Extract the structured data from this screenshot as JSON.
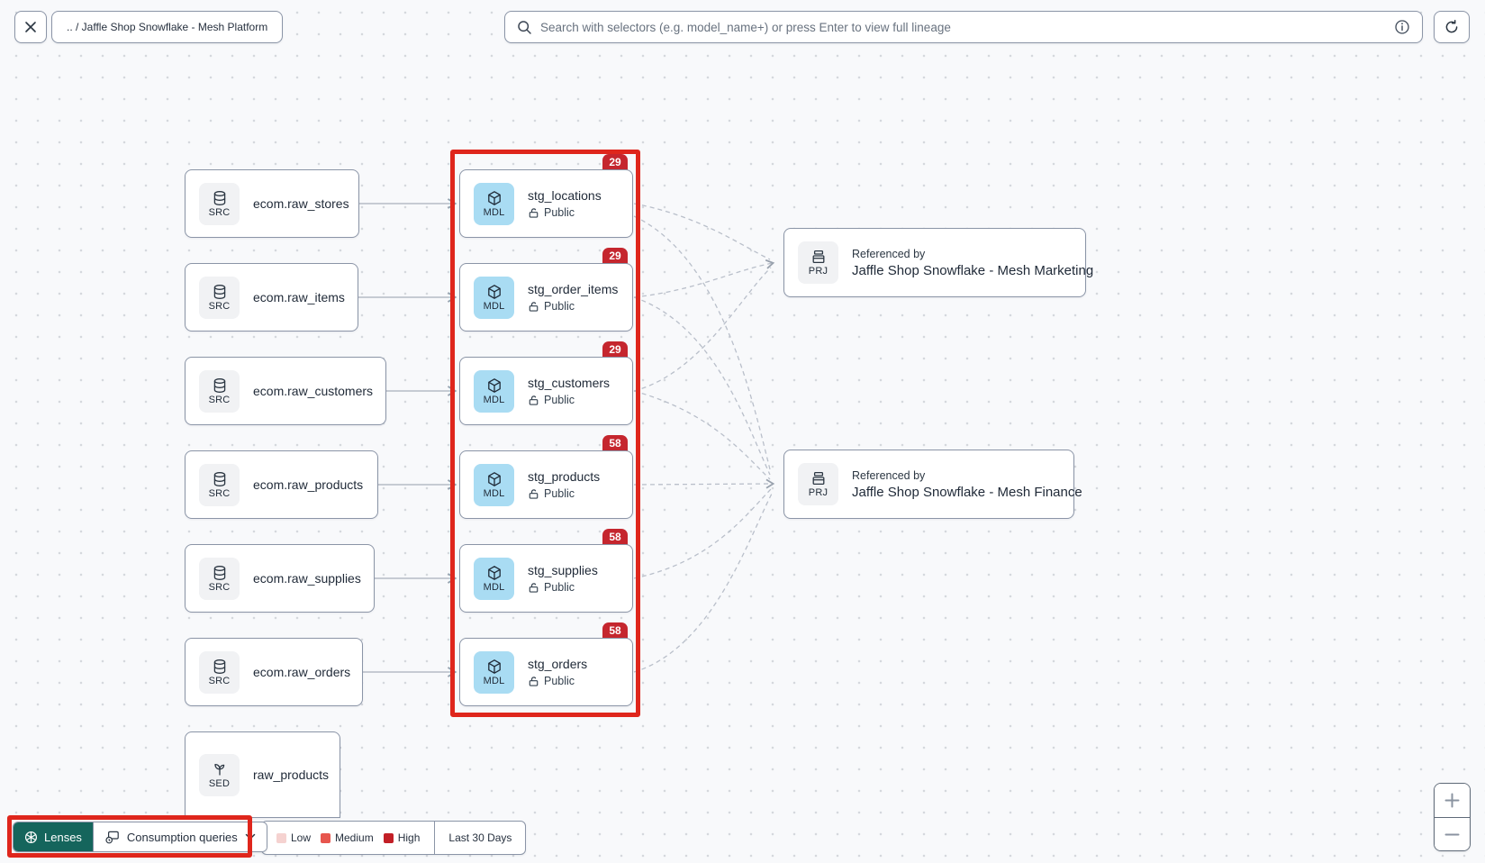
{
  "topbar": {
    "breadcrumb": ".. / Jaffle Shop Snowflake - Mesh Platform",
    "search_placeholder": "Search with selectors (e.g. model_name+) or press Enter to view full lineage"
  },
  "type_tags": {
    "source": "SRC",
    "model": "MDL",
    "project": "PRJ",
    "seed": "SED"
  },
  "nodes": {
    "sources": [
      {
        "label": "ecom.raw_stores"
      },
      {
        "label": "ecom.raw_items"
      },
      {
        "label": "ecom.raw_customers"
      },
      {
        "label": "ecom.raw_products"
      },
      {
        "label": "ecom.raw_supplies"
      },
      {
        "label": "ecom.raw_orders"
      }
    ],
    "seed": {
      "label": "raw_products"
    },
    "models": [
      {
        "label": "stg_locations",
        "access": "Public",
        "count": "29"
      },
      {
        "label": "stg_order_items",
        "access": "Public",
        "count": "29"
      },
      {
        "label": "stg_customers",
        "access": "Public",
        "count": "29"
      },
      {
        "label": "stg_products",
        "access": "Public",
        "count": "58"
      },
      {
        "label": "stg_supplies",
        "access": "Public",
        "count": "58"
      },
      {
        "label": "stg_orders",
        "access": "Public",
        "count": "58"
      }
    ],
    "projects": [
      {
        "ref_label": "Referenced by",
        "label": "Jaffle Shop Snowflake - Mesh Marketing"
      },
      {
        "ref_label": "Referenced by",
        "label": "Jaffle Shop Snowflake - Mesh Finance"
      }
    ]
  },
  "footer": {
    "lenses_label": "Lenses",
    "lens_selected": "Consumption queries",
    "legend": [
      {
        "label": "Low",
        "color": "#f5d2d0"
      },
      {
        "label": "Medium",
        "color": "#e7564e"
      },
      {
        "label": "High",
        "color": "#c21f26"
      }
    ],
    "period": "Last 30 Days"
  },
  "zoom_controls": {
    "zoom_in": "+",
    "zoom_out": "−"
  },
  "colors": {
    "highlight": "#df261c",
    "badge": "#c5262e",
    "lenses_teal": "#15655c",
    "model_icon_bg": "#a9dcf3"
  }
}
